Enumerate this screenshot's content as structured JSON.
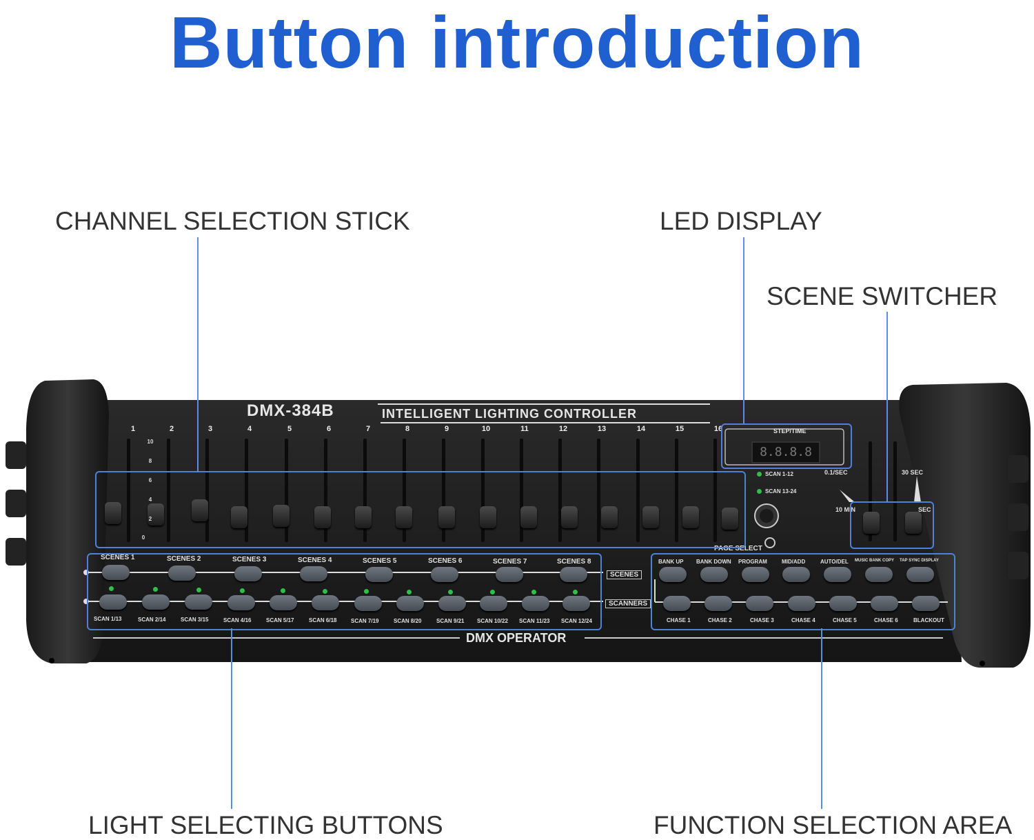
{
  "title": "Button introduction",
  "callouts": {
    "channel_stick": "CHANNEL SELECTION STICK",
    "led_display": "LED DISPLAY",
    "scene_switcher": "SCENE SWITCHER",
    "light_buttons": "LIGHT SELECTING BUTTONS",
    "function_area": "FUNCTION SELECTION AREA"
  },
  "device": {
    "model": "DMX-384B",
    "subtitle": "INTELLIGENT LIGHTING CONTROLLER",
    "operator_label": "DMX OPERATOR",
    "page_select": "PAGE SELECT",
    "display_value": "8.8.8.8",
    "step_time": "STEP/TIME",
    "scan_a": "SCAN 1-12",
    "scan_b": "SCAN 13-24",
    "speed_low": "0.1/SEC",
    "speed_high": "10 MIN",
    "fade_high": "30 SEC",
    "fade_low": "SEC",
    "scenes_tag": "SCENES",
    "scanners_tag": "SCANNERS",
    "channels": [
      "1",
      "2",
      "3",
      "4",
      "5",
      "6",
      "7",
      "8",
      "9",
      "10",
      "11",
      "12",
      "13",
      "14",
      "15",
      "16"
    ],
    "scale_marks": [
      "10",
      "8",
      "6",
      "4",
      "2",
      "0"
    ],
    "scene_buttons": [
      "SCENES 1",
      "SCENES 2",
      "SCENES 3",
      "SCENES 4",
      "SCENES 5",
      "SCENES 6",
      "SCENES 7",
      "SCENES 8"
    ],
    "scanner_buttons": [
      "SCAN 1/13",
      "SCAN 2/14",
      "SCAN 3/15",
      "SCAN 4/16",
      "SCAN 5/17",
      "SCAN 6/18",
      "SCAN 7/19",
      "SCAN 8/20",
      "SCAN 9/21",
      "SCAN 10/22",
      "SCAN 11/23",
      "SCAN 12/24"
    ],
    "function_buttons": [
      "BANK UP",
      "BANK DOWN",
      "PROGRAM",
      "MID/ADD",
      "AUTO/DEL",
      "MUSIC BANK COPY",
      "TAP SYNC DISPLAY"
    ],
    "chase_buttons": [
      "CHASE 1",
      "CHASE 2",
      "CHASE 3",
      "CHASE 4",
      "CHASE 5",
      "CHASE 6",
      "BLACKOUT"
    ]
  }
}
